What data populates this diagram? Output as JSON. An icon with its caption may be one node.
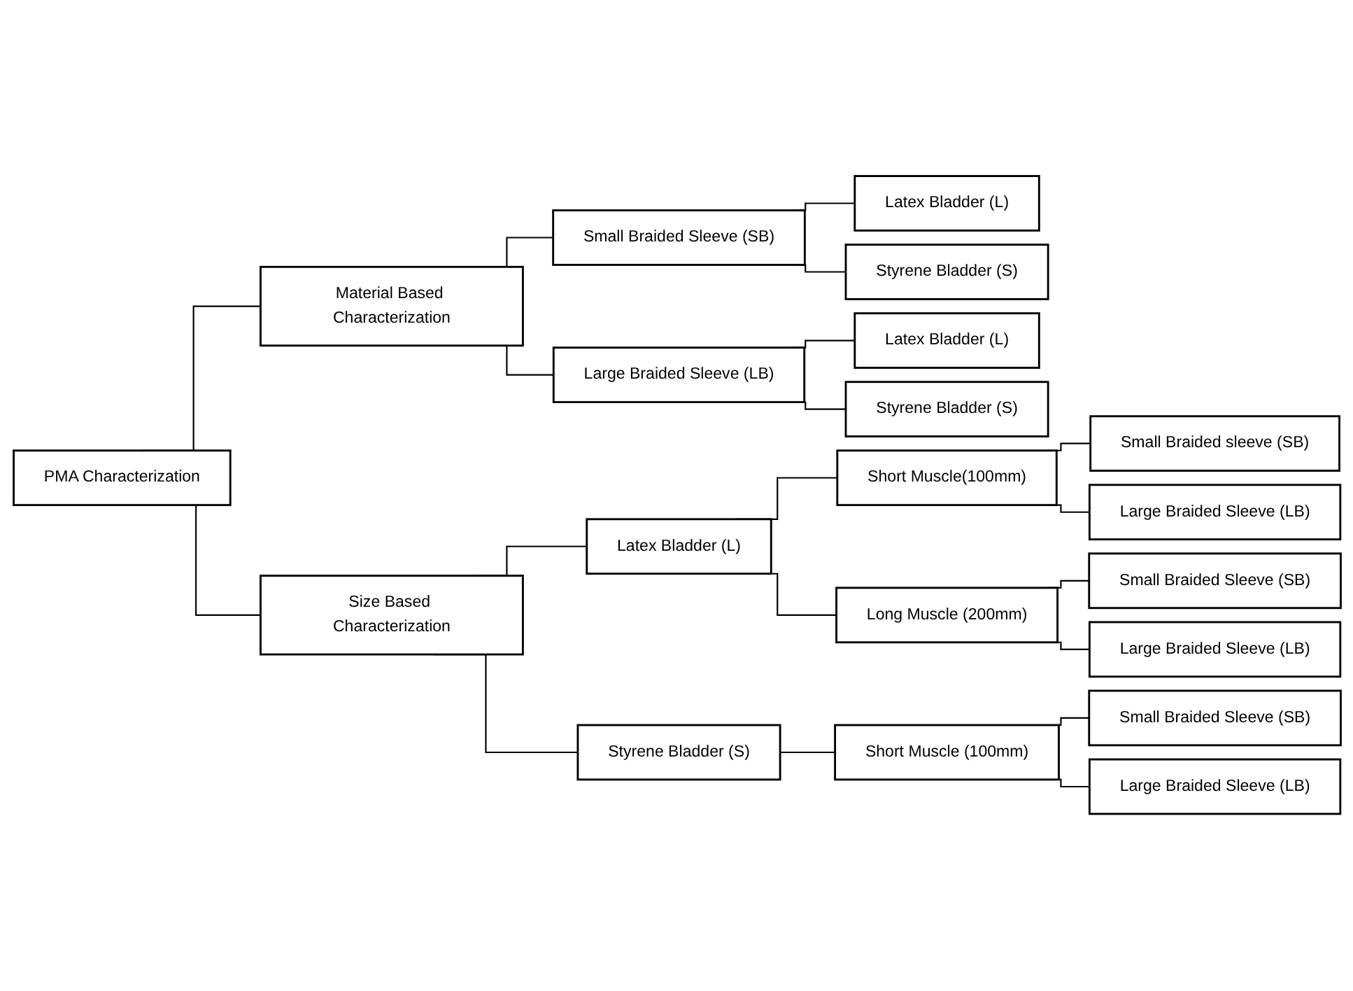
{
  "diagram": {
    "nodes": [
      {
        "text": [
          "PMA Characterization"
        ]
      },
      {
        "text": [
          "Material Based Characterization"
        ]
      },
      {
        "text": [
          "Small Braided Sleeve (SB)"
        ]
      },
      {
        "text": [
          "Latex Bladder (L)"
        ]
      },
      {
        "text": [
          "Styrene Bladder (S)"
        ]
      },
      {
        "text": [
          "Large Braided Sleeve (LB)"
        ]
      },
      {
        "text": [
          "Latex Bladder (L)"
        ]
      },
      {
        "text": [
          "Styrene Bladder (S)"
        ]
      },
      {
        "text": [
          "Size Based Characterization"
        ]
      },
      {
        "text": [
          "Latex Bladder (L)"
        ]
      },
      {
        "text": [
          "Short Muscle(100mm)"
        ]
      },
      {
        "text": [
          "Small Braided sleeve (SB)"
        ]
      },
      {
        "text": [
          "Large Braided Sleeve (LB)"
        ]
      },
      {
        "text": [
          "Long Muscle (200mm)"
        ]
      },
      {
        "text": [
          "Small Braided Sleeve (SB)"
        ]
      },
      {
        "text": [
          "Large Braided Sleeve (LB)"
        ]
      },
      {
        "text": [
          "Styrene Bladder (S)"
        ]
      },
      {
        "text": [
          "Short Muscle (100mm)"
        ]
      },
      {
        "text": [
          "Small Braided Sleeve (SB)"
        ]
      },
      {
        "text": [
          "Large Braided Sleeve (LB)"
        ]
      }
    ],
    "edges": [
      {
        "from": 0,
        "to": 1,
        "arrow": "none"
      },
      {
        "from": 1,
        "to": 2,
        "arrow": "none"
      },
      {
        "from": 2,
        "to": 3,
        "arrow": "none"
      },
      {
        "from": 2,
        "to": 4,
        "arrow": "none"
      },
      {
        "from": 1,
        "to": 5,
        "arrow": "none"
      },
      {
        "from": 5,
        "to": 6,
        "arrow": "none"
      },
      {
        "from": 5,
        "to": 7,
        "arrow": "none"
      },
      {
        "from": 0,
        "to": 8,
        "arrow": "none"
      },
      {
        "from": 8,
        "to": 9,
        "arrow": "none"
      },
      {
        "from": 9,
        "to": 10,
        "arrow": "none"
      },
      {
        "from": 10,
        "to": 11,
        "arrow": "none"
      },
      {
        "from": 10,
        "to": 12,
        "arrow": "none"
      },
      {
        "from": 9,
        "to": 13,
        "arrow": "none"
      },
      {
        "from": 13,
        "to": 14,
        "arrow": "none"
      },
      {
        "from": 13,
        "to": 15,
        "arrow": "none"
      },
      {
        "from": 8,
        "to": 16,
        "arrow": "none"
      },
      {
        "from": 16,
        "to": 17,
        "arrow": "none"
      },
      {
        "from": 17,
        "to": 18,
        "arrow": "none"
      },
      {
        "from": 17,
        "to": 19,
        "arrow": "none"
      }
    ]
  }
}
